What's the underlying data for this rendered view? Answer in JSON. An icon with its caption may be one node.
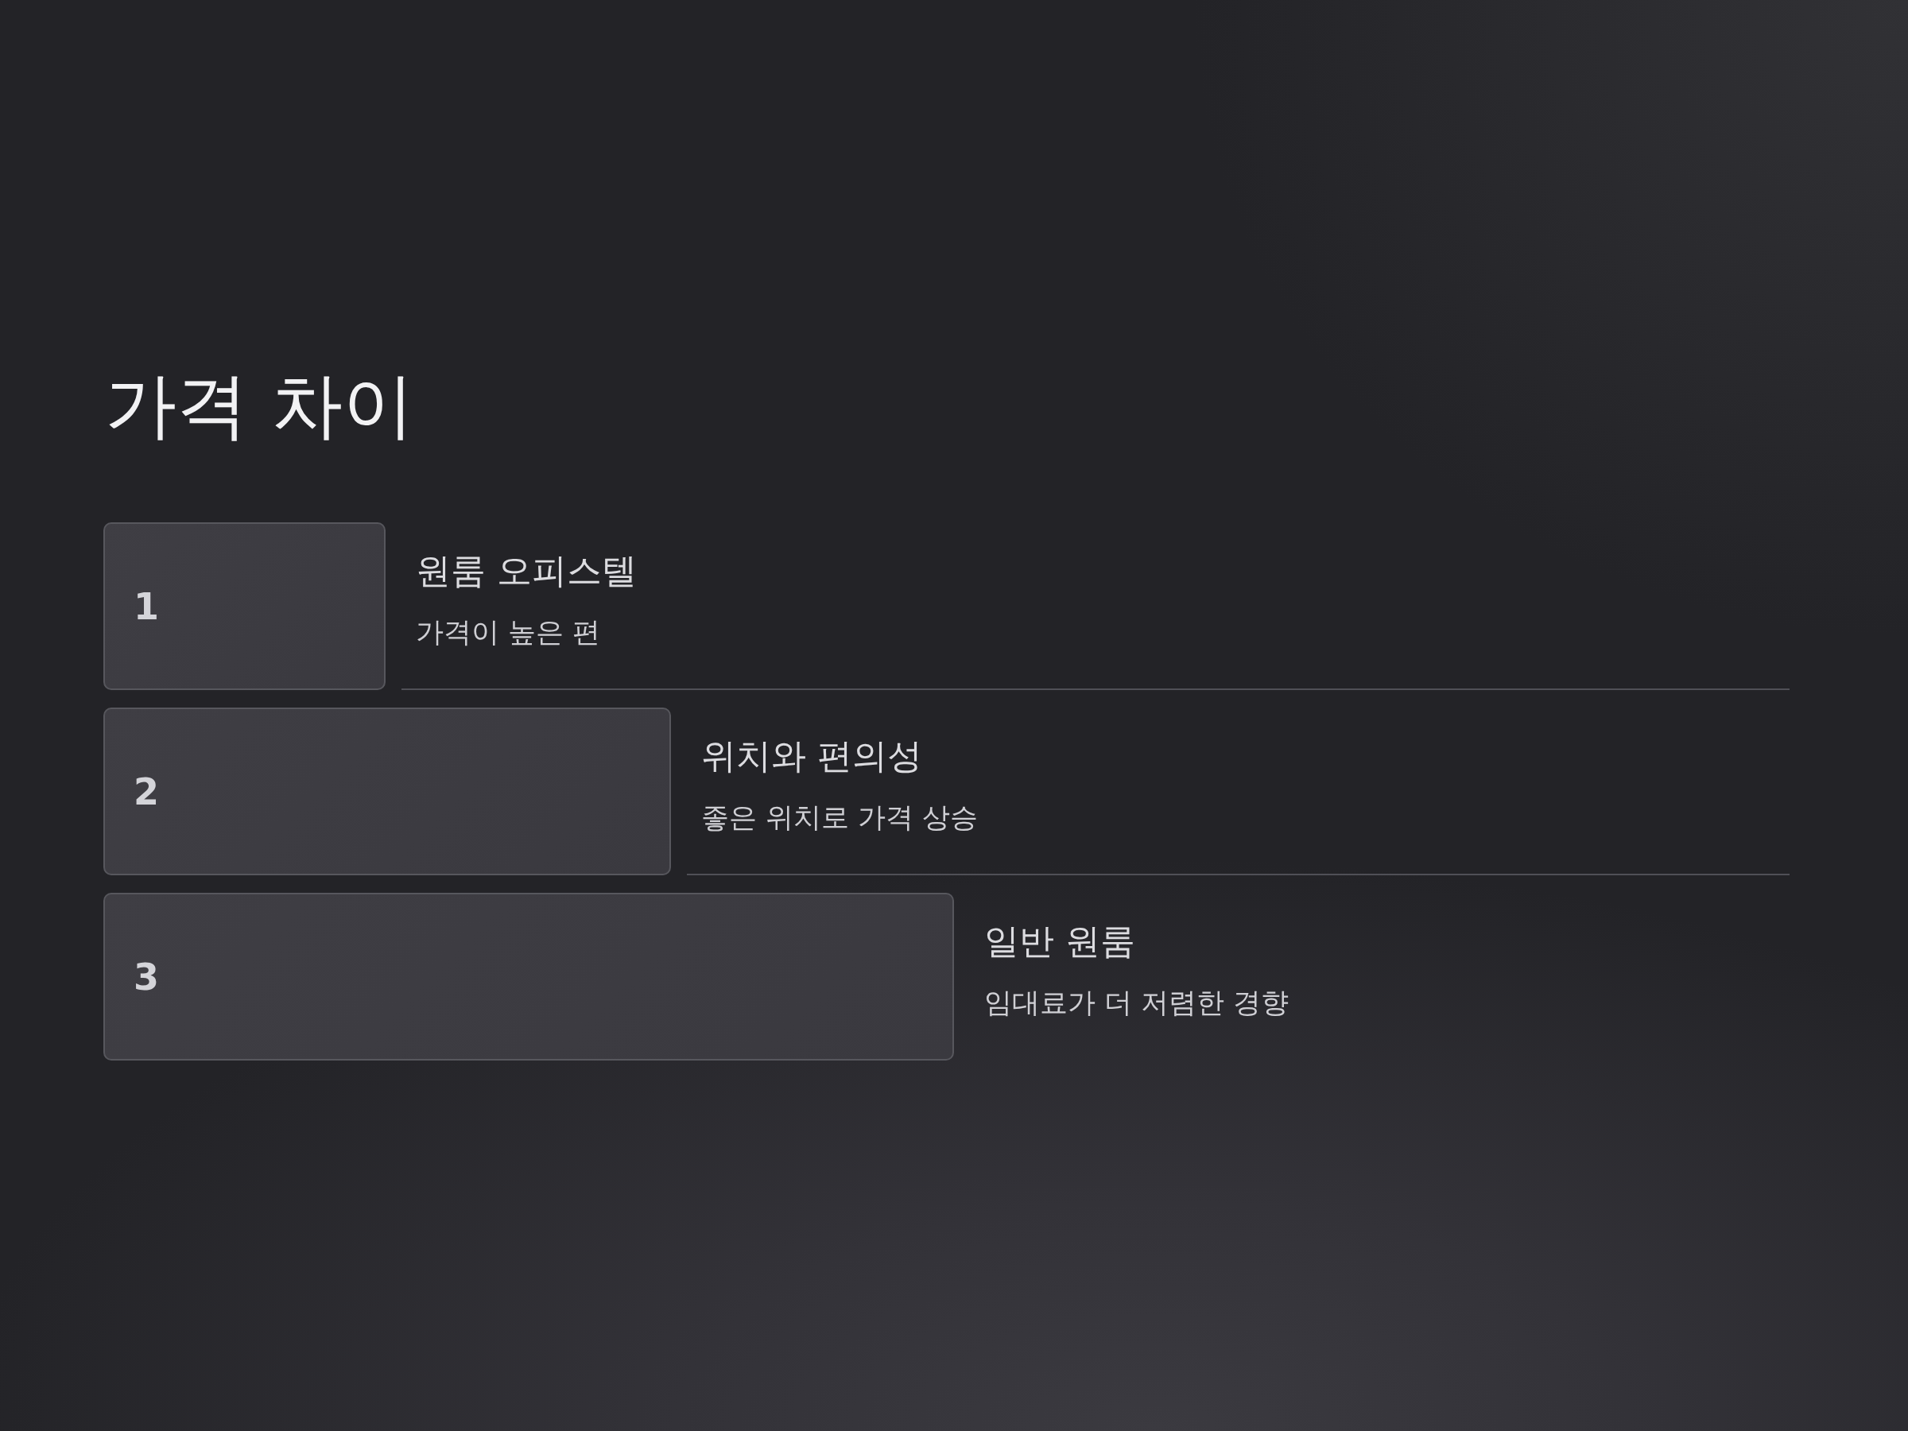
{
  "diagram": {
    "title": "가격 차이",
    "nodes": [
      {
        "text": [
          "1"
        ],
        "beside": [
          "원룸 오피스텔",
          "가격이 높은 편"
        ]
      },
      {
        "text": [
          "2"
        ],
        "beside": [
          "위치와 편의성",
          "좋은 위치로 가격 상승"
        ]
      },
      {
        "text": [
          "3"
        ],
        "beside": [
          "일반 원룸",
          "임대료가 더 저렴한 경향"
        ]
      }
    ]
  }
}
